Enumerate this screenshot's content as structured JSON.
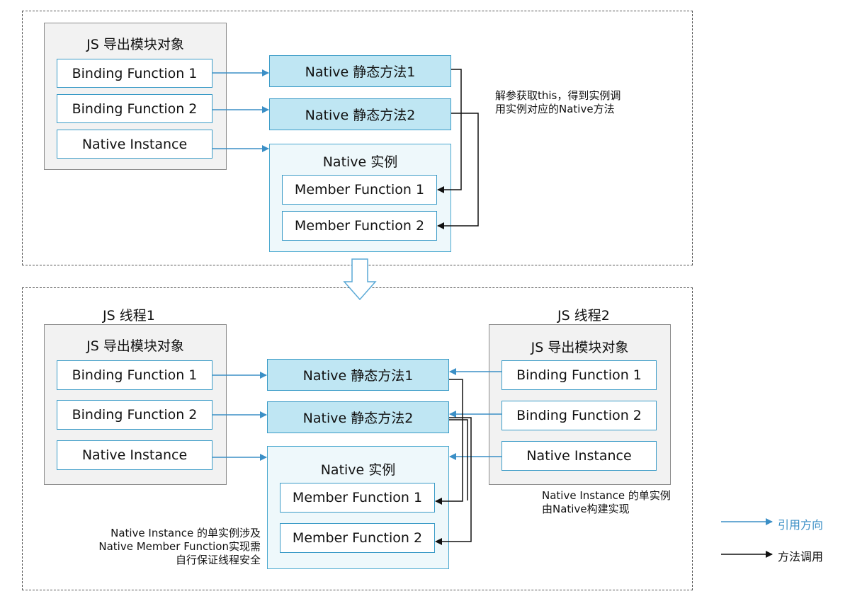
{
  "colors": {
    "reference": "#3b8fc6",
    "call": "#111111",
    "static_fill": "#bfe6f3",
    "instance_fill": "#eef8fb",
    "module_fill": "#f2f2f2",
    "transition_arrow_stroke": "#5aa9d6"
  },
  "top": {
    "module_title": "JS 导出模块对象",
    "binding_fn_1": "Binding Function 1",
    "binding_fn_2": "Binding Function 2",
    "native_instance": "Native Instance",
    "static_1": "Native 静态方法1",
    "static_2": "Native 静态方法2",
    "instance_title": "Native 实例",
    "member_fn_1": "Member Function 1",
    "member_fn_2": "Member Function 2",
    "note_line1": "解参获取this，得到实例调",
    "note_line2": "用实例对应的Native方法"
  },
  "bottom": {
    "thread1_label": "JS 线程1",
    "thread2_label": "JS 线程2",
    "left_module_title": "JS 导出模块对象",
    "right_module_title": "JS 导出模块对象",
    "left_binding_fn_1": "Binding Function 1",
    "left_binding_fn_2": "Binding Function 2",
    "left_native_instance": "Native Instance",
    "right_binding_fn_1": "Binding Function 1",
    "right_binding_fn_2": "Binding Function 2",
    "right_native_instance": "Native Instance",
    "static_1": "Native 静态方法1",
    "static_2": "Native 静态方法2",
    "instance_title": "Native 实例",
    "member_fn_1": "Member Function 1",
    "member_fn_2": "Member Function 2",
    "right_note_line1": "Native Instance 的单实例",
    "right_note_line2": "由Native构建实现",
    "left_note_line1": "Native Instance 的单实例涉及",
    "left_note_line2": "Native Member Function实现需",
    "left_note_line3": "自行保证线程安全"
  },
  "legend": {
    "reference_label": "引用方向",
    "call_label": "方法调用"
  }
}
